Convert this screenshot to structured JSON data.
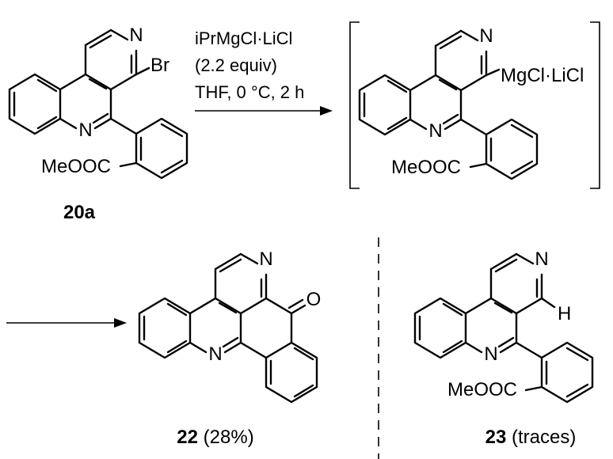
{
  "reaction": {
    "reagents": {
      "line1": "iPrMgCl·LiCl",
      "line2": "(2.2 equiv)",
      "line3": "THF, 0 °C, 2 h"
    }
  },
  "compounds": {
    "start": {
      "id": "20a",
      "substituent_br": "Br",
      "ester": "MeOOC",
      "atom_n": "N"
    },
    "intermediate": {
      "mg_group": "MgCl·LiCl",
      "ester": "MeOOC",
      "atom_n": "N"
    },
    "product_22": {
      "id": "22",
      "yield": "(28%)",
      "atom_n": "N",
      "atom_o": "O"
    },
    "product_23": {
      "id": "23",
      "yield": "(traces)",
      "ester": "MeOOC",
      "atom_n": "N",
      "atom_h": "H"
    }
  }
}
